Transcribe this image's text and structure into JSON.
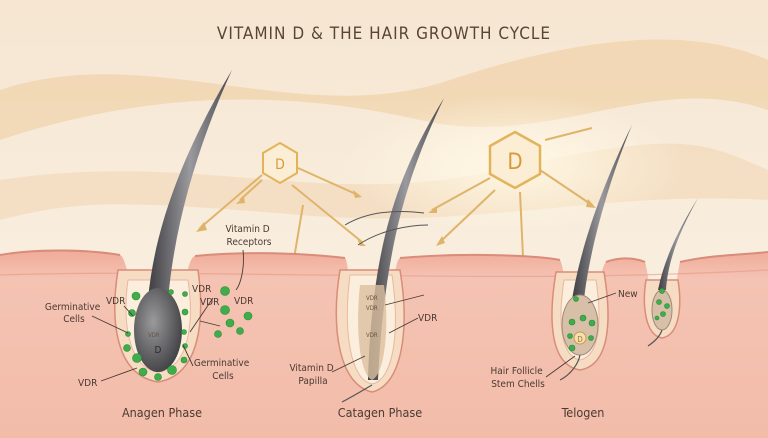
{
  "title": "VITAMIN D & THE HAIR GROWTH CYCLE",
  "vitamin_d_symbol": "D",
  "labels": {
    "vitamin_d_receptors": [
      "Vitamin D",
      "Receptors"
    ],
    "germinative_cells_left": [
      "Germinative",
      "Cells"
    ],
    "germinative_cells_right": [
      "Germinative",
      "Cells"
    ],
    "vdr": "VDR",
    "vitamin_d_papilla": [
      "Vitamin D",
      "Papilla"
    ],
    "new": "New",
    "stem_cells": [
      "Hair Follicle",
      "Stem Chells"
    ]
  },
  "phases": [
    "Anagen Phase",
    "Catagen Phase",
    "Telogen"
  ],
  "colors": {
    "skin": "#f2b8a4",
    "hair": "#5b5b5e",
    "receptor": "#3fae4a",
    "vitamin_gold": "#e2b35a"
  }
}
